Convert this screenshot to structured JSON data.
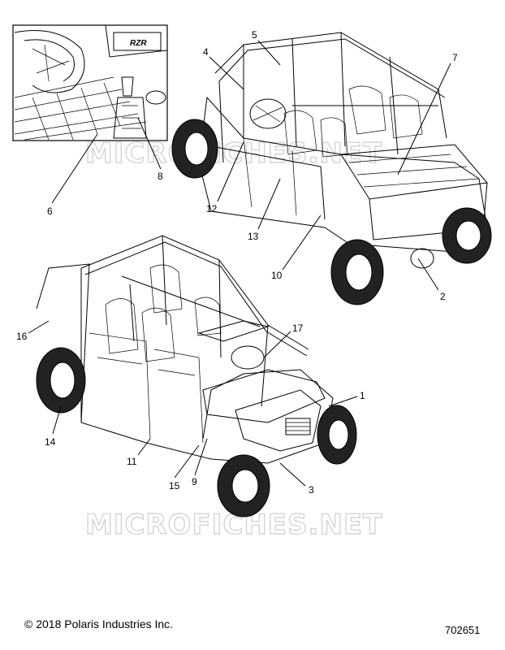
{
  "callouts": [
    {
      "id": "1",
      "label": "1"
    },
    {
      "id": "2",
      "label": "2"
    },
    {
      "id": "3",
      "label": "3"
    },
    {
      "id": "4",
      "label": "4"
    },
    {
      "id": "5",
      "label": "5"
    },
    {
      "id": "6",
      "label": "6"
    },
    {
      "id": "7",
      "label": "7"
    },
    {
      "id": "8",
      "label": "8"
    },
    {
      "id": "9",
      "label": "9"
    },
    {
      "id": "10",
      "label": "10"
    },
    {
      "id": "11",
      "label": "11"
    },
    {
      "id": "12",
      "label": "12"
    },
    {
      "id": "13",
      "label": "13"
    },
    {
      "id": "14",
      "label": "14"
    },
    {
      "id": "15",
      "label": "15"
    },
    {
      "id": "16",
      "label": "16"
    },
    {
      "id": "17",
      "label": "17"
    }
  ],
  "watermark": "MICROFICHES.NET",
  "inset_badge": "RZR",
  "footer": {
    "copyright": "© 2018 Polaris Industries Inc.",
    "part_number": "702651"
  },
  "colors": {
    "line": "#000000",
    "watermark": "#d4d4d4",
    "background": "#ffffff"
  }
}
